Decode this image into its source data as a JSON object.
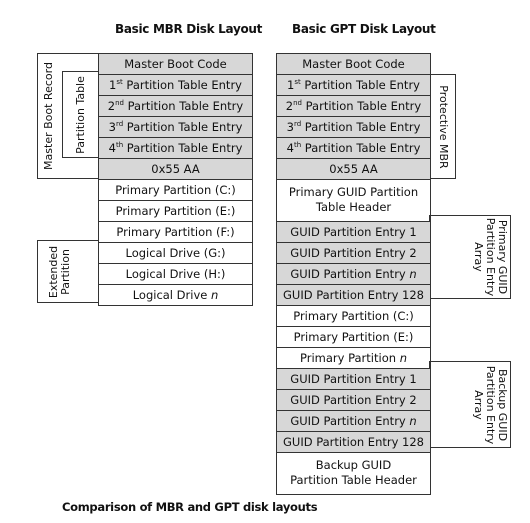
{
  "titles": {
    "mbr": "Basic MBR Disk Layout",
    "gpt": "Basic GPT Disk Layout"
  },
  "mbr": {
    "master_boot_code": "Master Boot Code",
    "pte_suffix": "Partition Table Entry",
    "pte_ordinals": [
      {
        "num": "1",
        "sup": "st"
      },
      {
        "num": "2",
        "sup": "nd"
      },
      {
        "num": "3",
        "sup": "rd"
      },
      {
        "num": "4",
        "sup": "th"
      }
    ],
    "signature": "0x55 AA",
    "primary_c": "Primary Partition (C:)",
    "primary_e": "Primary Partition (E:)",
    "primary_f": "Primary Partition (F:)",
    "logical_g": "Logical Drive (G:)",
    "logical_h": "Logical Drive (H:)",
    "logical_n_prefix": "Logical Drive",
    "logical_n_var": "n"
  },
  "mbr_side_labels": {
    "master_boot_record": "Master Boot Record",
    "partition_table": "Partition Table",
    "extended_partition_line1": "Extended",
    "extended_partition_line2": "Partition"
  },
  "gpt": {
    "master_boot_code": "Master Boot Code",
    "pte_suffix": "Partition Table Entry",
    "pte_ordinals": [
      {
        "num": "1",
        "sup": "st"
      },
      {
        "num": "2",
        "sup": "nd"
      },
      {
        "num": "3",
        "sup": "rd"
      },
      {
        "num": "4",
        "sup": "th"
      }
    ],
    "signature": "0x55 AA",
    "primary_header_line1": "Primary GUID Partition",
    "primary_header_line2": "Table Header",
    "guid_entry_1": "GUID Partition Entry 1",
    "guid_entry_2": "GUID Partition Entry 2",
    "guid_entry_n_prefix": "GUID Partition Entry",
    "guid_entry_n_var": "n",
    "guid_entry_128": "GUID Partition Entry 128",
    "primary_c": "Primary Partition (C:)",
    "primary_e": "Primary Partition (E:)",
    "primary_n_prefix": "Primary Partition",
    "primary_n_var": "n",
    "backup_entry_1": "GUID Partition Entry 1",
    "backup_entry_2": "GUID Partition Entry 2",
    "backup_entry_n_prefix": "GUID Partition Entry",
    "backup_entry_n_var": "n",
    "backup_entry_128": "GUID Partition Entry 128",
    "backup_header_line1": "Backup GUID",
    "backup_header_line2": "Partition Table Header"
  },
  "gpt_side_labels": {
    "protective_mbr": "Protective MBR",
    "primary_array_line1": "Primary GUID",
    "primary_array_line2": "Partition Entry",
    "primary_array_line3": "Array",
    "backup_array_line1": "Backup GUID",
    "backup_array_line2": "Partition Entry",
    "backup_array_line3": "Array"
  },
  "caption": "Comparison of MBR and GPT disk layouts",
  "colors": {
    "shaded_cell": "#d7d7d7",
    "border": "#333333"
  }
}
